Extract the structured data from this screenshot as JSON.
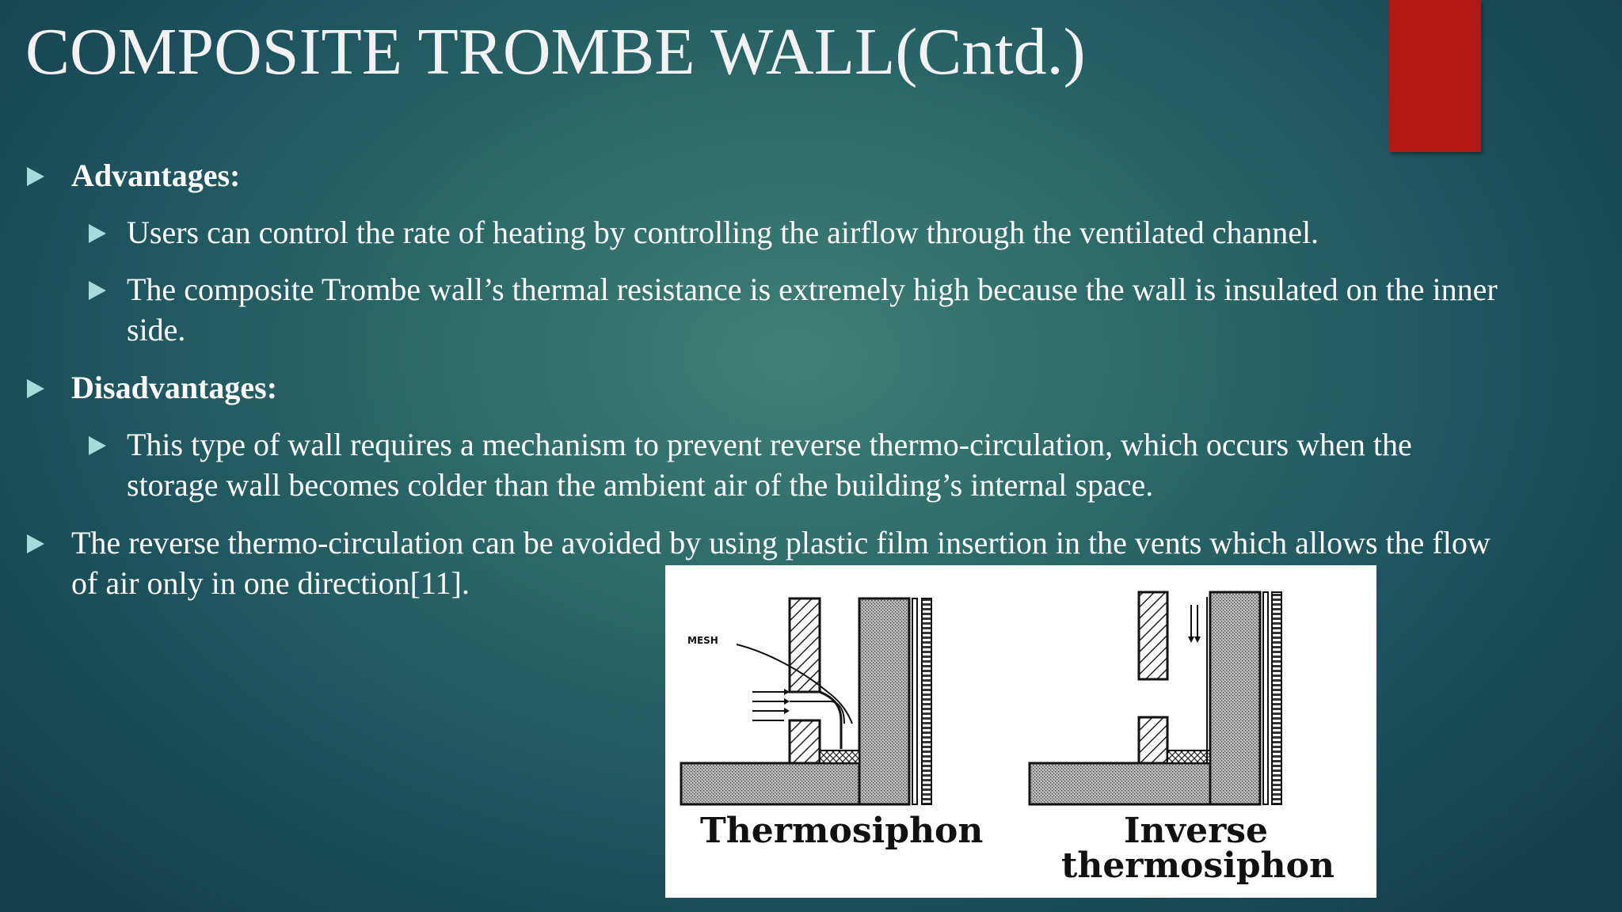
{
  "slide": {
    "title": "COMPOSITE TROMBE WALL(Cntd.)",
    "accent_color": "#b21812",
    "bullet_color": "#a8dadc"
  },
  "bullets": {
    "advantages_heading": "Advantages:",
    "adv_1": "Users can control the rate of heating by controlling the airflow through the ventilated channel.",
    "adv_2_line1": "The composite Trombe wall’s thermal resistance is extremely high because the wall is insulated on the inner",
    "adv_2_line2": "side.",
    "disadvantages_heading": "Disadvantages:",
    "dis_1_line1": "This type of wall requires a mechanism to prevent reverse thermo-circulation, which occurs when the",
    "dis_1_line2": "storage wall becomes colder than the ambient air of the building’s internal space.",
    "note_line1": "The reverse thermo-circulation can be avoided by using plastic film insertion in the vents which allows the flow",
    "note_line2": "of air only in one direction[11]."
  },
  "figure": {
    "mesh_label": "MESH",
    "caption_left": "Thermosiphon",
    "caption_right_line1": "Inverse",
    "caption_right_line2": "thermosiphon"
  }
}
